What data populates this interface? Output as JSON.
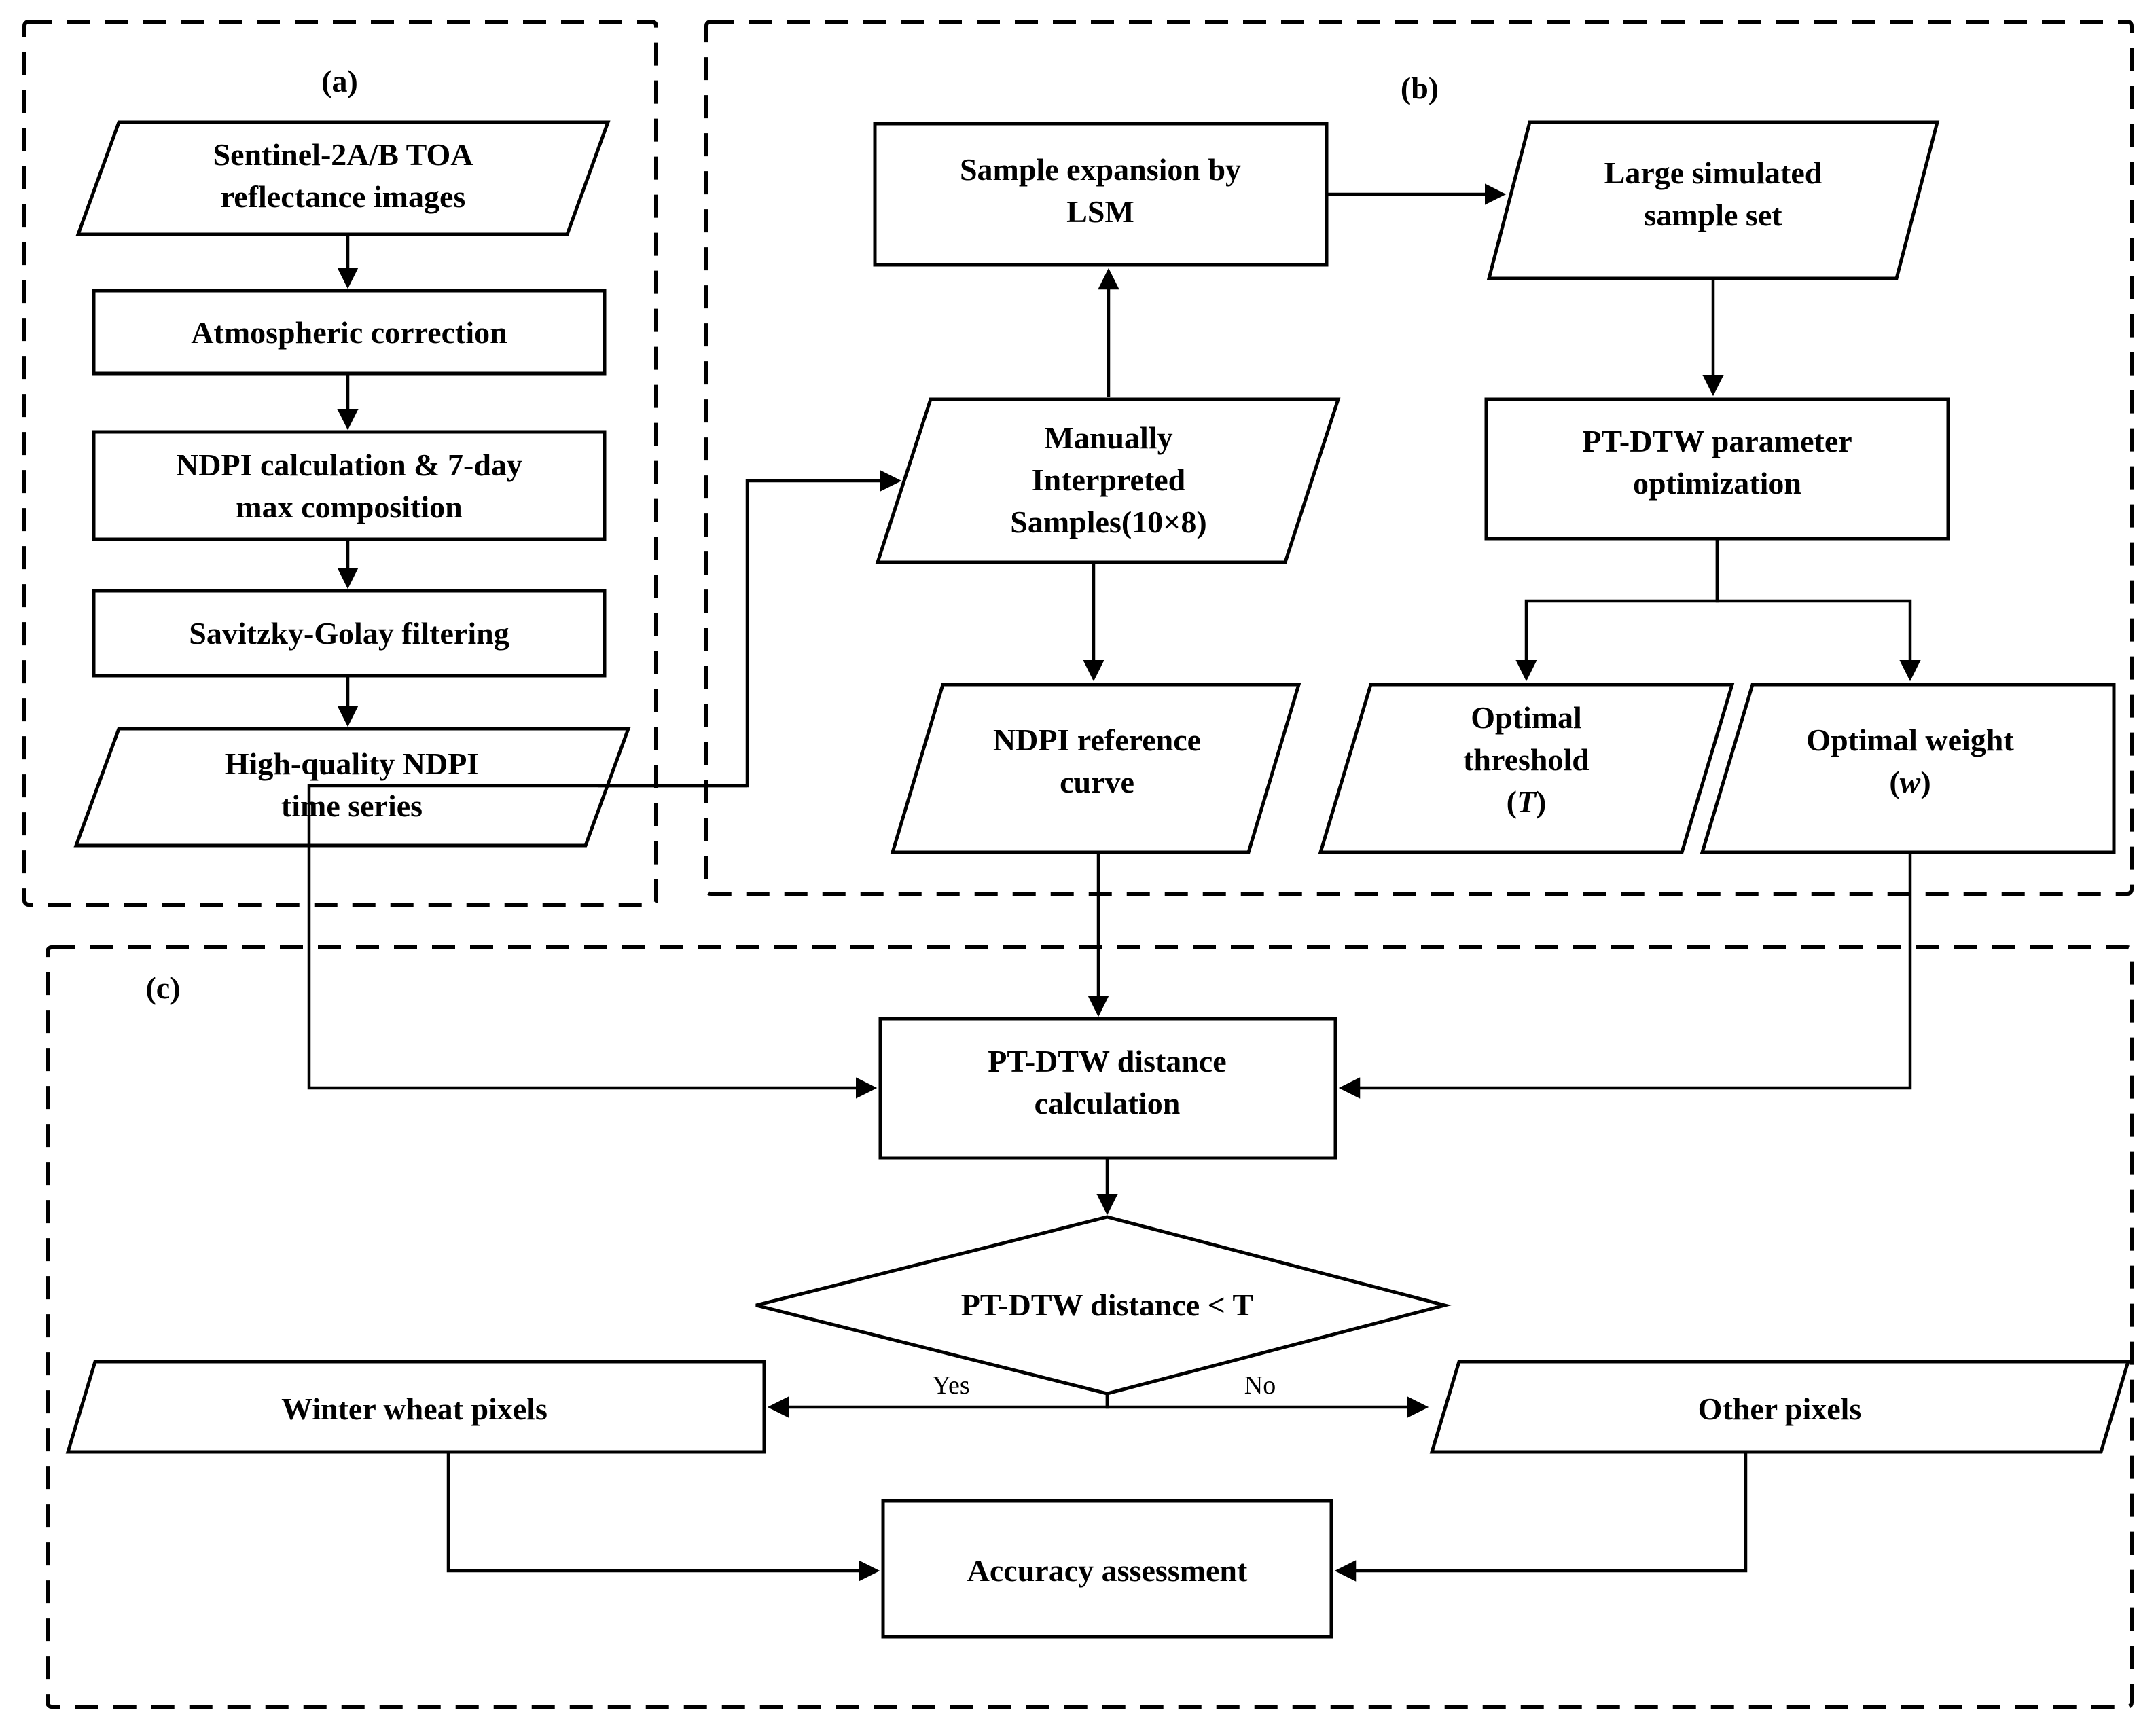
{
  "figure": {
    "type": "flowchart",
    "title": "Winter wheat mapping workflow using PT-DTW on NDPI time series",
    "panels": [
      {
        "id": "a",
        "label": "(a)",
        "name": "panel-a-data-preprocessing"
      },
      {
        "id": "b",
        "label": "(b)",
        "name": "panel-b-parameter-optimization"
      },
      {
        "id": "c",
        "label": "(c)",
        "name": "panel-c-classification"
      }
    ]
  },
  "panel_a": {
    "label": "(a)",
    "nodes": [
      {
        "id": "a1",
        "shape": "parallelogram",
        "lines": [
          "Sentinel-2A/B TOA",
          "reflectance images"
        ]
      },
      {
        "id": "a2",
        "shape": "rect",
        "lines": [
          "Atmospheric correction"
        ]
      },
      {
        "id": "a3",
        "shape": "rect",
        "lines": [
          "NDPI calculation & 7-day",
          "max composition"
        ]
      },
      {
        "id": "a4",
        "shape": "rect",
        "lines": [
          "Savitzky-Golay filtering"
        ]
      },
      {
        "id": "a5",
        "shape": "parallelogram",
        "lines": [
          "High-quality NDPI",
          "time series"
        ]
      }
    ]
  },
  "panel_b": {
    "label": "(b)",
    "nodes": [
      {
        "id": "b1",
        "shape": "rect",
        "lines": [
          "Sample expansion by",
          "LSM"
        ]
      },
      {
        "id": "b2",
        "shape": "parallelogram",
        "lines": [
          "Large simulated",
          "sample set"
        ]
      },
      {
        "id": "b3",
        "shape": "parallelogram",
        "lines": [
          "Manually",
          "Interpreted",
          "Samples(10×8)"
        ]
      },
      {
        "id": "b4",
        "shape": "rect",
        "lines": [
          "PT-DTW parameter",
          "optimization"
        ]
      },
      {
        "id": "b5",
        "shape": "parallelogram",
        "lines": [
          "NDPI reference",
          "curve"
        ]
      },
      {
        "id": "b6",
        "shape": "parallelogram",
        "lines": [
          "Optimal",
          "threshold",
          "(T)"
        ],
        "italic_last": true
      },
      {
        "id": "b7",
        "shape": "parallelogram",
        "lines": [
          "Optimal weight",
          "(w)"
        ],
        "italic_last": true
      }
    ]
  },
  "panel_c": {
    "label": "(c)",
    "nodes": [
      {
        "id": "c1",
        "shape": "rect",
        "lines": [
          "PT-DTW distance",
          "calculation"
        ]
      },
      {
        "id": "c2",
        "shape": "diamond",
        "lines": [
          "PT-DTW distance < T"
        ]
      },
      {
        "id": "c3",
        "shape": "parallelogram",
        "lines": [
          "Winter wheat pixels"
        ]
      },
      {
        "id": "c4",
        "shape": "parallelogram",
        "lines": [
          "Other pixels"
        ]
      },
      {
        "id": "c5",
        "shape": "rect",
        "lines": [
          "Accuracy assessment"
        ]
      }
    ],
    "edge_labels": {
      "yes": "Yes",
      "no": "No"
    }
  },
  "colors": {
    "stroke": "#000000",
    "fill": "#ffffff",
    "background": "#ffffff"
  },
  "text": {
    "a1_l1": "Sentinel-2A/B TOA",
    "a1_l2": "reflectance images",
    "a2_l1": "Atmospheric correction",
    "a3_l1": "NDPI calculation & 7-day",
    "a3_l2": "max composition",
    "a4_l1": "Savitzky-Golay filtering",
    "a5_l1": "High-quality NDPI",
    "a5_l2": "time series",
    "b1_l1": "Sample expansion by",
    "b1_l2": "LSM",
    "b2_l1": "Large simulated",
    "b2_l2": "sample set",
    "b3_l1": "Manually",
    "b3_l2": "Interpreted",
    "b3_l3": "Samples(10×8)",
    "b4_l1": "PT-DTW parameter",
    "b4_l2": "optimization",
    "b5_l1": "NDPI reference",
    "b5_l2": "curve",
    "b6_l1": "Optimal",
    "b6_l2": "threshold",
    "b6_l3_open": "(",
    "b6_l3_sym": "T",
    "b6_l3_close": ")",
    "b7_l1": "Optimal weight",
    "b7_l2_open": "(",
    "b7_l2_sym": "w",
    "b7_l2_close": ")",
    "c1_l1": "PT-DTW distance",
    "c1_l2": "calculation",
    "c2_l1": "PT-DTW distance < T",
    "c3_l1": "Winter wheat pixels",
    "c4_l1": "Other pixels",
    "c5_l1": "Accuracy assessment",
    "label_a": "(a)",
    "label_b": "(b)",
    "label_c": "(c)",
    "yes": "Yes",
    "no": "No"
  }
}
